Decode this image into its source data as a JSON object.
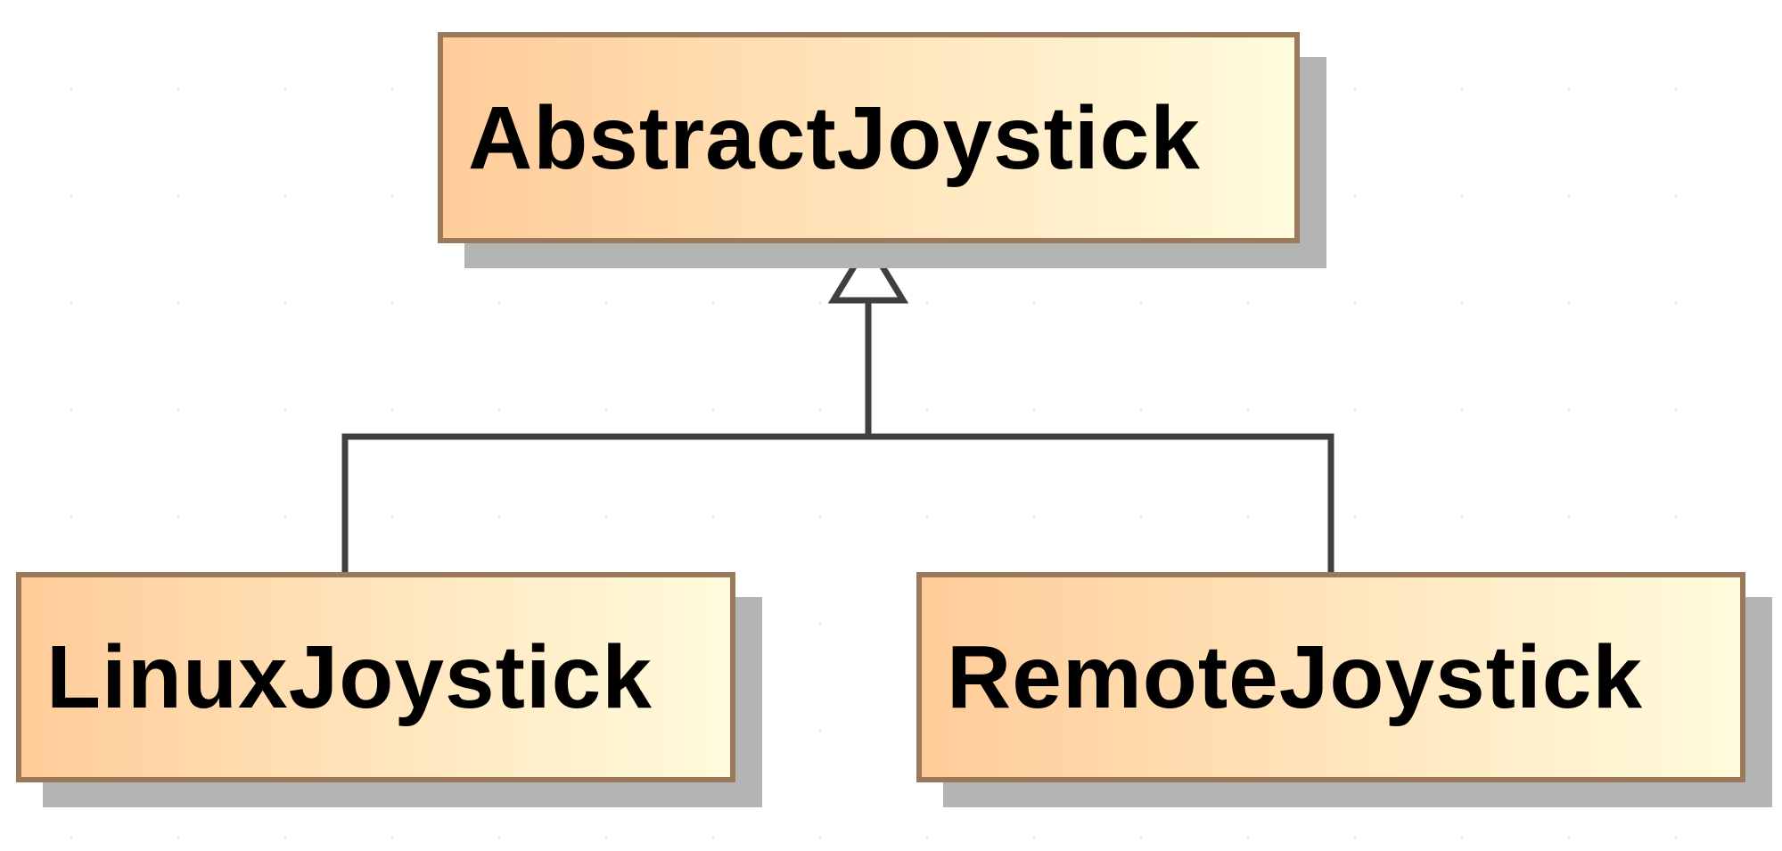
{
  "classes": {
    "abstract": {
      "name": "AbstractJoystick"
    },
    "linux": {
      "name": "LinuxJoystick"
    },
    "remote": {
      "name": "RemoteJoystick"
    }
  },
  "relationship": {
    "type": "generalization",
    "parent": "AbstractJoystick",
    "children": [
      "LinuxJoystick",
      "RemoteJoystick"
    ]
  },
  "colors": {
    "class_border": "#9a7a5a",
    "class_fill_start": "#ffcc99",
    "class_fill_end": "#fffbdc",
    "shadow": "#b4b4b4",
    "connector": "#404040"
  }
}
